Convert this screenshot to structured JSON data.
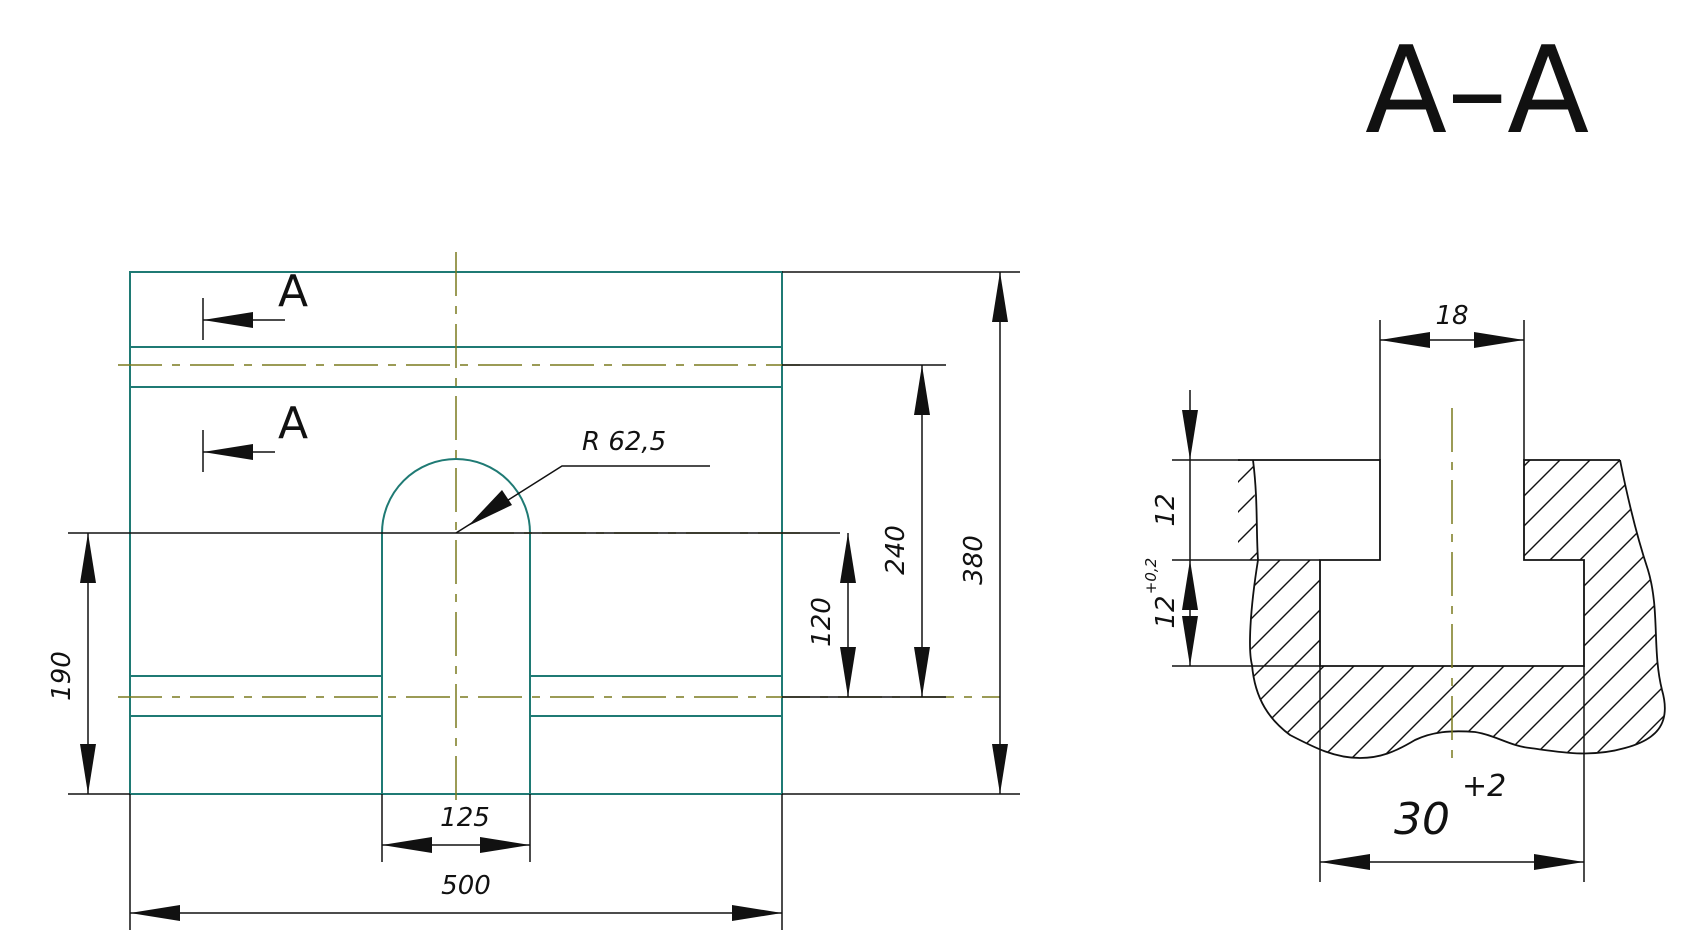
{
  "section_title": "A–A",
  "cut_labels": [
    "A",
    "A"
  ],
  "plan_view": {
    "width_label": "500",
    "height_label": "380",
    "slot_width_label": "125",
    "radius_label": "R 62,5",
    "slot_centre_label": "190",
    "groove_spacing_label": "240",
    "slot_end_label": "120"
  },
  "section_view": {
    "neck_width_label": "18",
    "neck_depth_label": "12",
    "head_depth_label": "12",
    "head_depth_tolerance": "+0,2",
    "head_width_label": "30",
    "head_width_tolerance": "+2"
  },
  "colors": {
    "part_line": "#1f7a74",
    "axis_line": "#7a7a1e",
    "dimension_line": "#111111"
  }
}
